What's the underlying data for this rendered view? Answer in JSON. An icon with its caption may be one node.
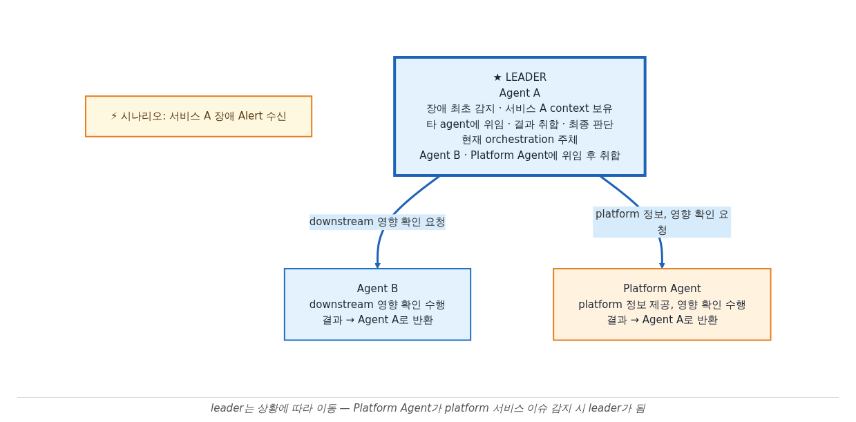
{
  "diagram": {
    "caption": "leader는 상황에 따라 이동 — Platform Agent가 platform 서비스 이슈 감지 시 leader가 됨",
    "nodes": [
      {
        "text": [
          "⚡ 시나리오: 서비스 A 장애 Alert 수신"
        ]
      },
      {
        "text": [
          "★ LEADER",
          "Agent A",
          "장애 최초 감지 · 서비스 A context 보유",
          "타 agent에 위임 · 결과 취합 · 최종 판단",
          "현재 orchestration 주체",
          "Agent B · Platform Agent에 위임 후 취합"
        ]
      },
      {
        "text": [
          "Agent B",
          "downstream 영향 확인 수행",
          "결과 → Agent A로 반환"
        ]
      },
      {
        "text": [
          "Platform Agent",
          "platform 정보 제공, 영향 확인 수행",
          "결과 → Agent A로 반환"
        ]
      }
    ],
    "edges": [
      {
        "from": 1,
        "to": 2,
        "arrow": "to",
        "label": "downstream 영향 확인 요청"
      },
      {
        "from": 1,
        "to": 3,
        "arrow": "to",
        "label": "platform 정보, 영향 확인 요청"
      }
    ]
  }
}
